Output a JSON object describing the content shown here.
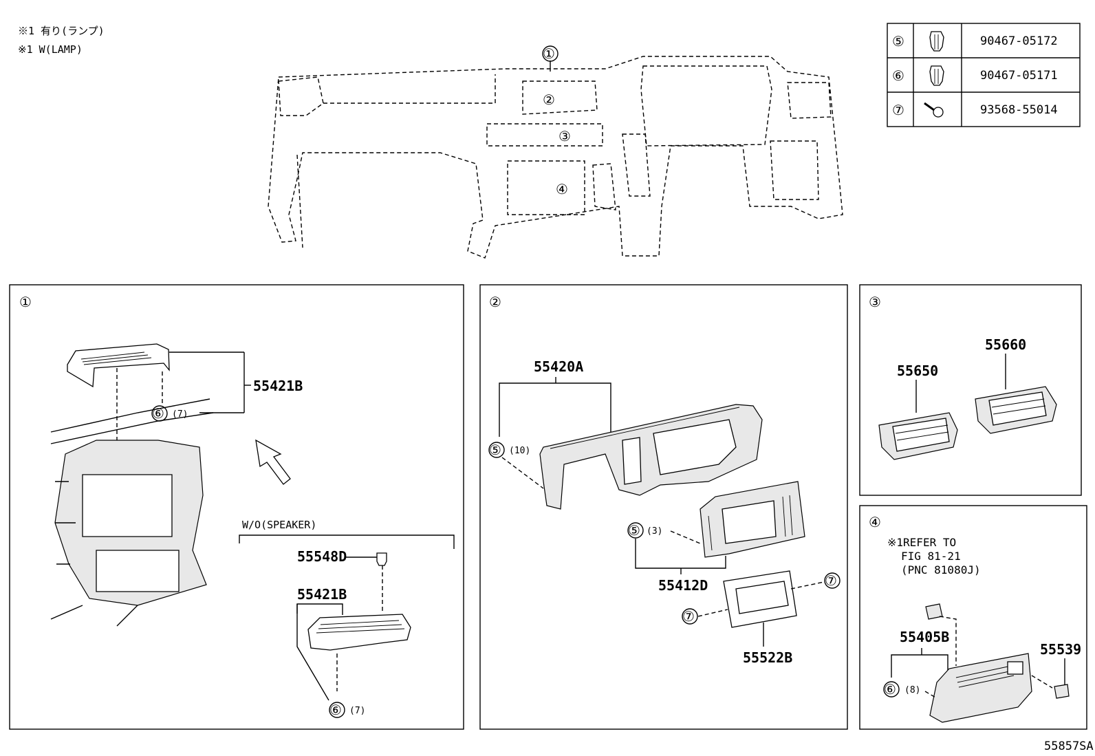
{
  "notes": {
    "line1": "※1 有り(ランプ)",
    "line2": "※1 W(LAMP)"
  },
  "fastener_table": [
    {
      "ref": "⑤",
      "icon": "clip-icon",
      "part_no": "90467-05172"
    },
    {
      "ref": "⑥",
      "icon": "clip-icon",
      "part_no": "90467-05171"
    },
    {
      "ref": "⑦",
      "icon": "screw-icon",
      "part_no": "93568-55014"
    }
  ],
  "overview": {
    "callouts": [
      "①",
      "②",
      "③",
      "④"
    ]
  },
  "panel1": {
    "number": "①",
    "part_top": "55421B",
    "clip_top": "⑥",
    "qty_top": "(7)",
    "variant_label": "W/O(SPEAKER)",
    "part_cap": "55548D",
    "part_bottom": "55421B",
    "clip_bottom": "⑥",
    "qty_bottom": "(7)"
  },
  "panel2": {
    "number": "②",
    "part_main": "55420A",
    "clip_main": "⑤",
    "qty_main": "(10)",
    "clip_mid": "⑤",
    "qty_mid": "(3)",
    "part_mid": "55412D",
    "screw_a": "⑦",
    "screw_b": "⑦",
    "part_display": "55522B"
  },
  "panel3": {
    "number": "③",
    "part_left": "55650",
    "part_right": "55660"
  },
  "panel4": {
    "number": "④",
    "refer_line1": "※1REFER TO",
    "refer_line2": "FIG 81-21",
    "refer_line3": "(PNC 81080J)",
    "part_main": "55405B",
    "clip": "⑥",
    "qty": "(8)",
    "part_right": "55539"
  },
  "illustration_id": "55857SA"
}
